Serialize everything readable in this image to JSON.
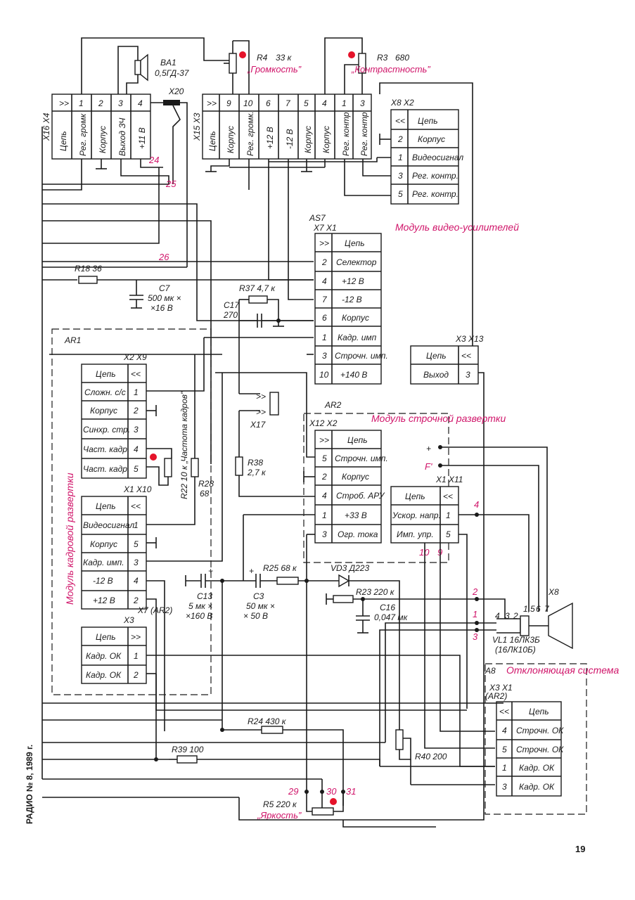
{
  "page_number": "19",
  "journal": "РАДИО № 8, 1989 г.",
  "top_left_block": {
    "header": "X16 X4",
    "columns": [
      "Цепь",
      "Рег. громк",
      "Корпус",
      "Выход ЗЧ",
      "+11 В"
    ],
    "pins": [
      "1",
      "2",
      "3",
      "4"
    ]
  },
  "ba1": {
    "ref": "BA1",
    "value": "0,5ГД-37"
  },
  "x20": "X20",
  "top_mid_block": {
    "header": "X15 X3",
    "columns": [
      "Цепь",
      "Корпус",
      "Рег. громк.",
      "+12 В",
      "-12 В",
      "Корпус",
      "Корпус",
      "Рег. контр.",
      "Рег. контр"
    ],
    "pins": [
      "9",
      "10",
      "6",
      "7",
      "5",
      "4",
      "1",
      "3"
    ]
  },
  "r4": {
    "ref": "R4",
    "value": "33 к",
    "name": "„Громкость”"
  },
  "r3": {
    "ref": "R3",
    "value": "680",
    "name": "„Контрастность”"
  },
  "x8x2": {
    "header": "X8 X2",
    "rows": [
      {
        "pin": "",
        "label": "Цепь"
      },
      {
        "pin": "2",
        "label": "Корпус"
      },
      {
        "pin": "1",
        "label": "Видеосигнал"
      },
      {
        "pin": "3",
        "label": "Рег. контр."
      },
      {
        "pin": "5",
        "label": "Рег. контр."
      }
    ]
  },
  "as7": {
    "header_ref": "AS7",
    "header": "X7 X1",
    "title": "Модуль видео-усилителей",
    "rows": [
      {
        "pin": "",
        "label": "Цепь"
      },
      {
        "pin": "2",
        "label": "Селектор"
      },
      {
        "pin": "4",
        "label": "+12 В"
      },
      {
        "pin": "7",
        "label": "-12 В"
      },
      {
        "pin": "6",
        "label": "Корпус"
      },
      {
        "pin": "1",
        "label": "Кадр. имп"
      },
      {
        "pin": "3",
        "label": "Строчн. имп."
      },
      {
        "pin": "10",
        "label": "+140 В"
      }
    ]
  },
  "x3x13": {
    "header": "X3 X13",
    "rows": [
      {
        "label": "Цепь",
        "pin": ""
      },
      {
        "label": "Выход",
        "pin": "3"
      }
    ]
  },
  "ar1": {
    "ref": "AR1",
    "title": "Модуль кадровой развертки",
    "x2x9": {
      "header": "X2 X9",
      "rows": [
        {
          "label": "Цепь",
          "pin": ""
        },
        {
          "label": "Сложн. с/с",
          "pin": "1"
        },
        {
          "label": "Корпус",
          "pin": "2"
        },
        {
          "label": "Синхр. стр.",
          "pin": "3"
        },
        {
          "label": "Част. кадр.",
          "pin": "4"
        },
        {
          "label": "Част. кадр.",
          "pin": "5"
        }
      ]
    },
    "x1x10": {
      "header": "X1 X10",
      "rows": [
        {
          "label": "Цепь",
          "pin": ""
        },
        {
          "label": "Видеосигнал",
          "pin": "1"
        },
        {
          "label": "Корпус",
          "pin": "5"
        },
        {
          "label": "Кадр. имп.",
          "pin": "3"
        },
        {
          "label": "-12 В",
          "pin": "4"
        },
        {
          "label": "+12 В",
          "pin": "2"
        }
      ]
    }
  },
  "x3x7": {
    "header": "X3",
    "header2": "X7 (AR2)",
    "rows": [
      {
        "label": "Цепь",
        "pin": ""
      },
      {
        "label": "Кадр. ОК",
        "pin": "1"
      },
      {
        "label": "Кадр. ОК",
        "pin": "2"
      }
    ]
  },
  "ar2": {
    "ref": "AR2",
    "title": "Модуль строчной развертки",
    "x12x2": {
      "header": "X12 X2",
      "rows": [
        {
          "pin": "",
          "label": "Цепь"
        },
        {
          "pin": "5",
          "label": "Строчн. имп."
        },
        {
          "pin": "2",
          "label": "Корпус"
        },
        {
          "pin": "4",
          "label": "Строб. АРУ"
        },
        {
          "pin": "1",
          "label": "+33 В"
        },
        {
          "pin": "3",
          "label": "Огр. тока"
        }
      ]
    },
    "x1x11": {
      "header": "X1 X11",
      "rows": [
        {
          "label": "Цепь",
          "pin": ""
        },
        {
          "label": "Ускор. напр.",
          "pin": "1"
        },
        {
          "label": "Имп. упр.",
          "pin": "5"
        }
      ]
    },
    "plus": "+",
    "f": "F'",
    "marks": [
      "10",
      "9"
    ]
  },
  "a8": {
    "ref": "A8",
    "title": "Отклоняющая система",
    "header": "X3 X1",
    "header2": "(AR2)",
    "rows": [
      {
        "pin": "",
        "label": "Цепь"
      },
      {
        "pin": "4",
        "label": "Строчн. ОК"
      },
      {
        "pin": "5",
        "label": "Строчн. ОК"
      },
      {
        "pin": "1",
        "label": "Кадр. ОК"
      },
      {
        "pin": "3",
        "label": "Кадр. ОК"
      }
    ]
  },
  "components": {
    "r18": "R18 36",
    "c7": [
      "C7",
      "500 мк ×",
      "×16 В"
    ],
    "r37": "R37 4,7 к",
    "c17": [
      "C17",
      "270"
    ],
    "x17": "X17",
    "r38": [
      "R38",
      "2,7 к"
    ],
    "r22": "R22 10 к „Частота кадров”",
    "r28": [
      "R28",
      "68"
    ],
    "c13": [
      "C13",
      "5 мк ×",
      "×160 В"
    ],
    "c3": [
      "C3",
      "50 мк ×",
      "× 50 В"
    ],
    "r25": "R25 68 к",
    "vd3": "VD3 Д223",
    "r23": "R23 220 к",
    "c16": [
      "C16",
      "0,047 мк"
    ],
    "r24": "R24 430 к",
    "r39": "R39 100",
    "r40": "R40 200",
    "r5": {
      "ref": "R5 220 к",
      "name": "„Яркость”"
    },
    "vl1": [
      "VL1 16ЛК3Б",
      "(16ЛК10Б)"
    ],
    "x8": "X8",
    "crt_pins": [
      "4",
      "3",
      "2",
      "1,5",
      "6",
      "7"
    ]
  },
  "marks": {
    "m24": "24",
    "m25": "25",
    "m26": "26",
    "m29": "29",
    "m30": "30",
    "m31": "31",
    "n1": "1",
    "n2": "2",
    "n3": "3",
    "n4": "4"
  }
}
